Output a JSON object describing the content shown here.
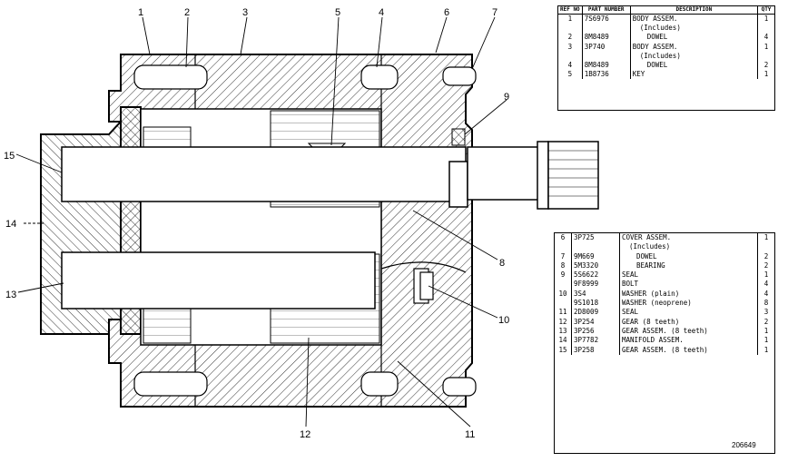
{
  "callouts": [
    "1",
    "2",
    "3",
    "4",
    "5",
    "6",
    "7",
    "8",
    "9",
    "10",
    "11",
    "12",
    "13",
    "14",
    "15"
  ],
  "table_top": {
    "headers": {
      "ref": "REF NO",
      "part": "PART NUMBER",
      "desc": "DESCRIPTION",
      "qty": "QTY"
    },
    "rows": [
      {
        "ref": "1",
        "part": "7S6976",
        "desc": "BODY ASSEM.",
        "qty": "1",
        "indent": 0
      },
      {
        "ref": "",
        "part": "",
        "desc": "(Includes)",
        "qty": "",
        "indent": 1
      },
      {
        "ref": "2",
        "part": "8M8489",
        "desc": "DOWEL",
        "qty": "4",
        "indent": 2
      },
      {
        "ref": "3",
        "part": "3P740",
        "desc": "BODY ASSEM.",
        "qty": "1",
        "indent": 0
      },
      {
        "ref": "",
        "part": "",
        "desc": "(Includes)",
        "qty": "",
        "indent": 1
      },
      {
        "ref": "4",
        "part": "8M8489",
        "desc": "DOWEL",
        "qty": "2",
        "indent": 2
      },
      {
        "ref": "5",
        "part": "1B8736",
        "desc": "KEY",
        "qty": "1",
        "indent": 0
      }
    ]
  },
  "table_bottom": {
    "rows": [
      {
        "ref": "6",
        "part": "3P725",
        "desc": "COVER ASSEM.",
        "qty": "1",
        "indent": 0
      },
      {
        "ref": "",
        "part": "",
        "desc": "(Includes)",
        "qty": "",
        "indent": 1
      },
      {
        "ref": "7",
        "part": "9M669",
        "desc": "DOWEL",
        "qty": "2",
        "indent": 2
      },
      {
        "ref": "8",
        "part": "5M3320",
        "desc": "BEARING",
        "qty": "2",
        "indent": 2
      },
      {
        "ref": "9",
        "part": "5S6622",
        "desc": "SEAL",
        "qty": "1",
        "indent": 0
      },
      {
        "ref": "",
        "part": "9F8999",
        "desc": "BOLT",
        "qty": "4",
        "indent": 0
      },
      {
        "ref": "10",
        "part": "3S4",
        "desc": "WASHER (plain)",
        "qty": "4",
        "indent": 0
      },
      {
        "ref": "",
        "part": "9S1018",
        "desc": "WASHER (neoprene)",
        "qty": "8",
        "indent": 0
      },
      {
        "ref": "11",
        "part": "2D8009",
        "desc": "SEAL",
        "qty": "3",
        "indent": 0
      },
      {
        "ref": "12",
        "part": "3P254",
        "desc": "GEAR (8 teeth)",
        "qty": "2",
        "indent": 0
      },
      {
        "ref": "13",
        "part": "3P256",
        "desc": "GEAR ASSEM. (8 teeth)",
        "qty": "1",
        "indent": 0
      },
      {
        "ref": "14",
        "part": "3P7782",
        "desc": "MANIFOLD ASSEM.",
        "qty": "1",
        "indent": 0
      },
      {
        "ref": "15",
        "part": "3P258",
        "desc": "GEAR ASSEM. (8 teeth)",
        "qty": "1",
        "indent": 0
      }
    ]
  },
  "drawing_number": "206649"
}
